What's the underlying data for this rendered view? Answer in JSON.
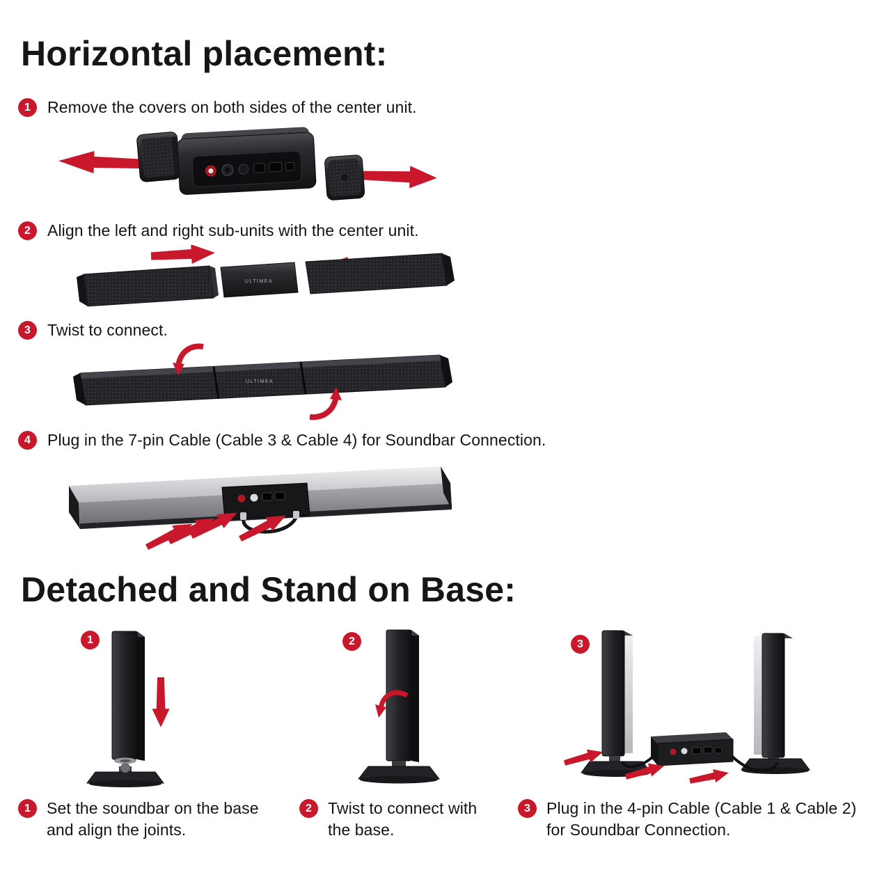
{
  "brand": "ULTIMEA",
  "colors": {
    "background": "#ffffff",
    "accent_red": "#c9182b",
    "text": "#161616",
    "soundbar_dark": "#232327",
    "soundbar_light": "#d8d8da"
  },
  "horizontal": {
    "title": "Horizontal placement:",
    "steps": [
      {
        "num": "1",
        "text": "Remove the covers on both sides of the center unit."
      },
      {
        "num": "2",
        "text": "Align the left and right sub-units with the center unit."
      },
      {
        "num": "3",
        "text": "Twist to connect."
      },
      {
        "num": "4",
        "text": "Plug in the 7-pin Cable (Cable 3 & Cable 4) for Soundbar Connection."
      }
    ]
  },
  "detached": {
    "title": "Detached and Stand on Base:",
    "steps": [
      {
        "num": "1",
        "text": "Set the soundbar on the base and align the joints."
      },
      {
        "num": "2",
        "text": "Twist to connect with the base."
      },
      {
        "num": "3",
        "text": "Plug in the 4-pin Cable (Cable 1 & Cable 2) for Soundbar Connection."
      }
    ]
  }
}
